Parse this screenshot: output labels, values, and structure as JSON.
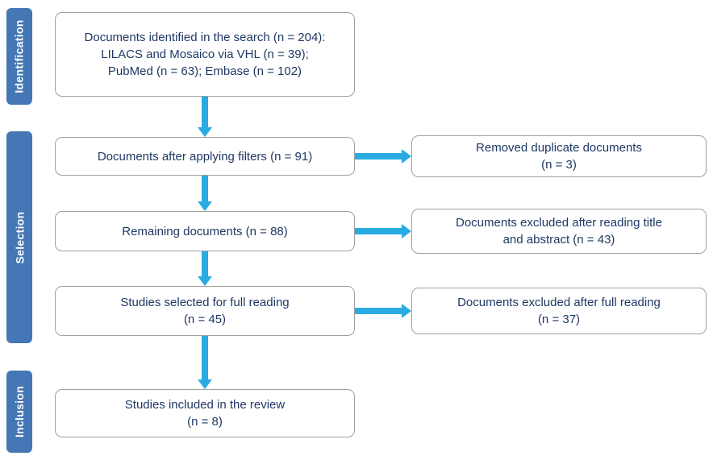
{
  "stages": [
    {
      "label": "Identification"
    },
    {
      "label": "Selection"
    },
    {
      "label": "Inclusion"
    }
  ],
  "main_boxes": [
    {
      "lines": [
        "Documents identified in the search (n = 204):",
        "LILACS and Mosaico via VHL (n = 39);",
        "PubMed (n = 63); Embase (n = 102)"
      ]
    },
    {
      "lines": [
        "Documents after applying filters (n = 91)"
      ]
    },
    {
      "lines": [
        "Remaining documents (n = 88)"
      ]
    },
    {
      "lines": [
        "Studies selected for full reading",
        "(n = 45)"
      ]
    },
    {
      "lines": [
        "Studies included in the review",
        "(n = 8)"
      ]
    }
  ],
  "side_boxes": [
    {
      "lines": [
        "Removed duplicate documents",
        "(n = 3)"
      ]
    },
    {
      "lines": [
        "Documents excluded after reading title",
        "and abstract (n = 43)"
      ]
    },
    {
      "lines": [
        "Documents excluded after full reading",
        "(n = 37)"
      ]
    }
  ],
  "colors": {
    "arrow": "#29abe2",
    "stage_bg": "#4577b6",
    "text": "#1f3864",
    "box_border": "#a0a0a0"
  }
}
